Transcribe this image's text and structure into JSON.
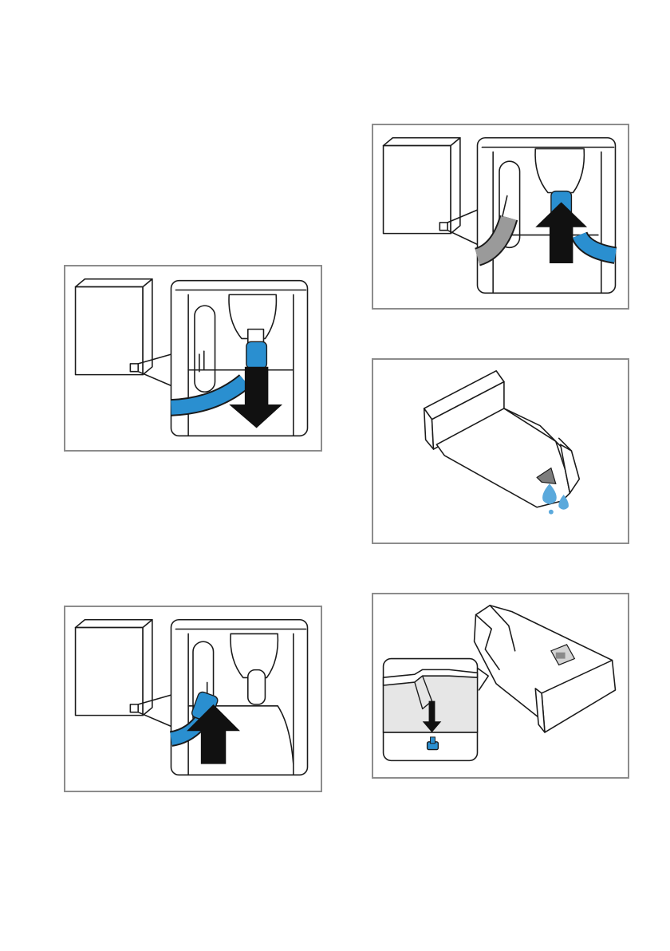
{
  "page": {
    "background": "#ffffff"
  },
  "colors": {
    "frame": "#8c8c8c",
    "hose_blue": "#2a8fd0",
    "hose_grey": "#9a9a9a",
    "water_drop": "#5aa9dc",
    "arrow": "#111111"
  },
  "figures": [
    {
      "id": "fig-1",
      "depicts": "hose-pull-down",
      "arrow": "arrow-down-icon"
    },
    {
      "id": "fig-2",
      "depicts": "hose-push-up",
      "arrow": "arrow-up-icon"
    },
    {
      "id": "fig-3",
      "depicts": "hose-reattach-up",
      "arrow": "arrow-up-icon"
    },
    {
      "id": "fig-4",
      "depicts": "drawer-dripping-water",
      "arrow": "water-drop-icon"
    },
    {
      "id": "fig-5",
      "depicts": "drawer-insert-detail",
      "arrow": "arrow-down-icon"
    }
  ]
}
